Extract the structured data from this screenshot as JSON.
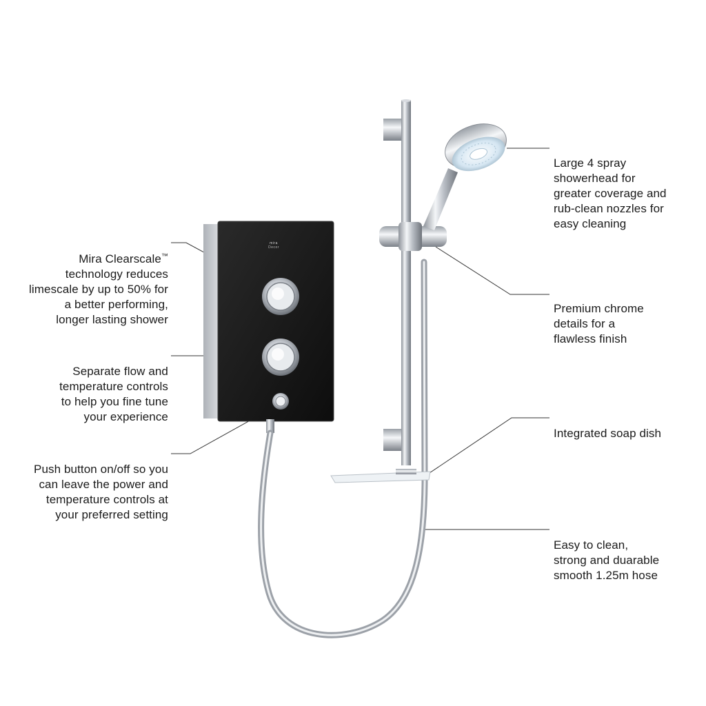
{
  "product": {
    "brand": "mira",
    "model": "Decor"
  },
  "callouts": {
    "clearscale": {
      "title": "Mira Clearscale",
      "trademark": "™",
      "text": "technology reduces\nlimescale by up to 50% for\na better performing,\nlonger lasting shower"
    },
    "controls": {
      "text": "Separate flow and\ntemperature controls\nto help you fine tune\nyour experience"
    },
    "push_button": {
      "text": "Push button on/off so you\ncan leave the power and\ntemperature controls at\nyour preferred setting"
    },
    "showerhead": {
      "text": "Large 4 spray\nshowerhead for\ngreater coverage and\nrub-clean nozzles for\neasy cleaning"
    },
    "chrome": {
      "text": "Premium chrome\ndetails for a\nflawless finish"
    },
    "soap_dish": {
      "text": "Integrated soap dish"
    },
    "hose": {
      "text": "Easy to clean,\nstrong and duarable\nsmooth 1.25m hose"
    }
  },
  "colors": {
    "unit_glass": "#141414",
    "unit_side": "#c9ccd0",
    "chrome": "#c8ccd2",
    "leader_line": "#333333"
  }
}
